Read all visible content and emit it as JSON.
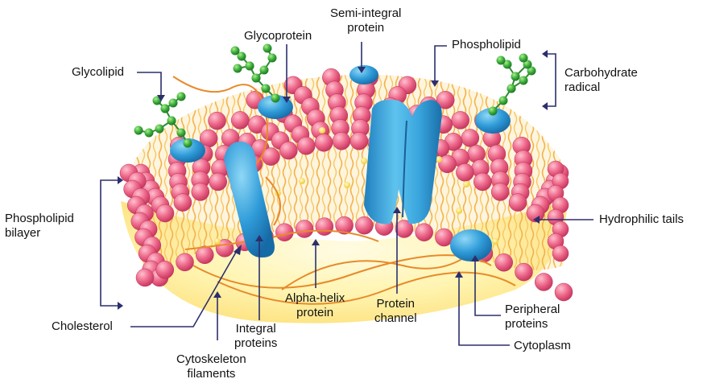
{
  "labels": {
    "semi_integral_protein": [
      "Semi-integral",
      "protein"
    ],
    "glycoprotein": "Glycoprotein",
    "phospholipid": "Phospholipid",
    "carbohydrate_radical": [
      "Carbohydrate",
      "radical"
    ],
    "glycolipid": "Glycolipid",
    "phospholipid_bilayer": [
      "Phospholipid",
      "bilayer"
    ],
    "hydrophilic_tails": "Hydrophilic tails",
    "cholesterol": "Cholesterol",
    "integral_proteins": [
      "Integral",
      "proteins"
    ],
    "alpha_helix_protein": [
      "Alpha-helix",
      "protein"
    ],
    "protein_channel": [
      "Protein",
      "channel"
    ],
    "peripheral_proteins": [
      "Peripheral",
      "proteins"
    ],
    "cytoplasm": "Cytoplasm",
    "cytoskeleton_filaments": [
      "Cytoskeleton",
      "filaments"
    ]
  },
  "colors": {
    "leader_line": "#2b2f6e",
    "phospholipid_head": "#e8507a",
    "lipid_tail": "#f2a93b",
    "protein": "#2a8fd0",
    "carbohydrate": "#3aa83a",
    "cytoplasm": "#fff2a8"
  }
}
